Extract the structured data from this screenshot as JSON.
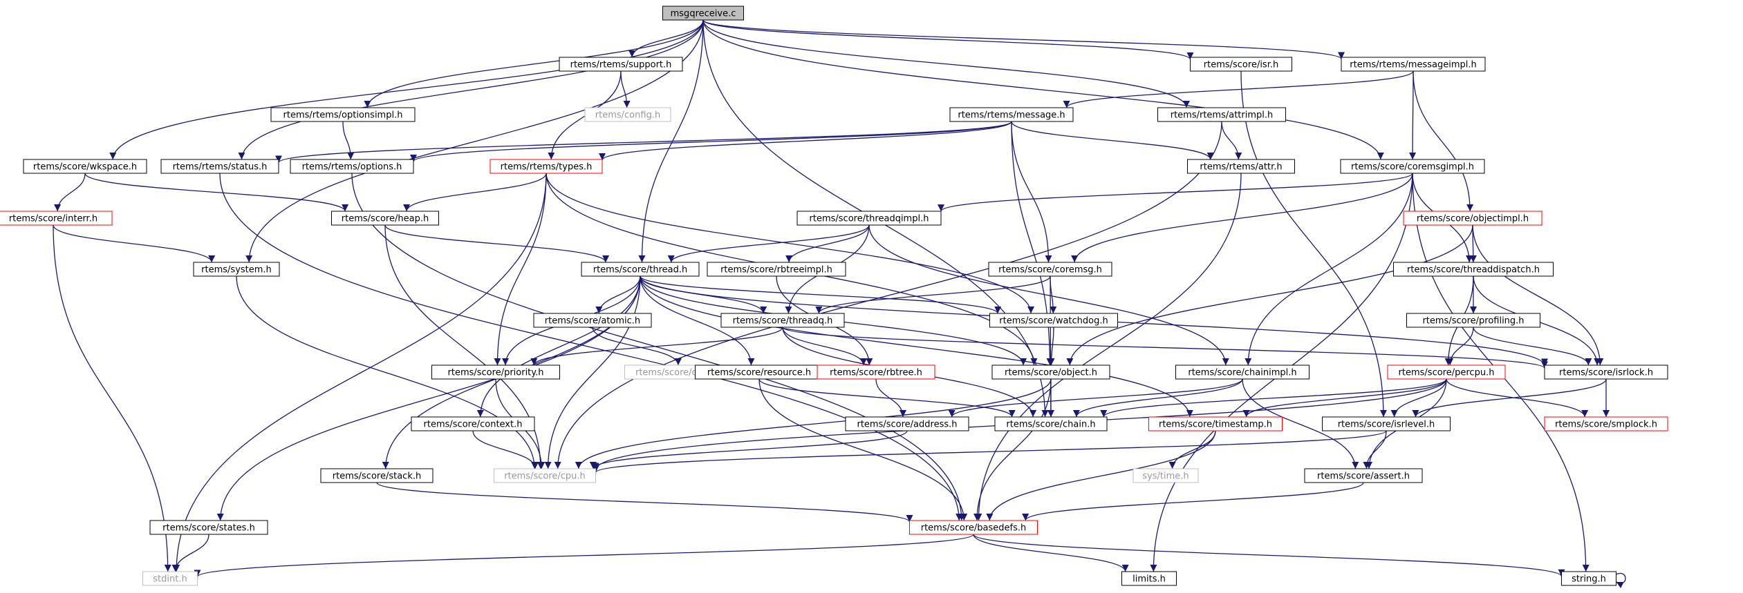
{
  "diagram": {
    "root": "msgqreceive.c",
    "colors": {
      "edge": "#191970",
      "border_normal": "#000000",
      "border_truncated": "#ff0000",
      "border_system": "#bfbfbf",
      "text_normal": "#000000",
      "text_system": "#999999",
      "root_fill": "#bfbfbf"
    },
    "nodes": [
      {
        "id": "root",
        "label": "msgqreceive.c",
        "kind": "root"
      },
      {
        "id": "support",
        "label": "rtems/rtems/support.h",
        "kind": "normal"
      },
      {
        "id": "isr",
        "label": "rtems/score/isr.h",
        "kind": "normal"
      },
      {
        "id": "messageimpl",
        "label": "rtems/rtems/messageimpl.h",
        "kind": "normal"
      },
      {
        "id": "config",
        "label": "rtems/config.h",
        "kind": "system"
      },
      {
        "id": "optionsimpl",
        "label": "rtems/rtems/optionsimpl.h",
        "kind": "normal"
      },
      {
        "id": "message",
        "label": "rtems/rtems/message.h",
        "kind": "normal"
      },
      {
        "id": "attrimpl",
        "label": "rtems/rtems/attrimpl.h",
        "kind": "normal"
      },
      {
        "id": "wkspace",
        "label": "rtems/score/wkspace.h",
        "kind": "normal"
      },
      {
        "id": "status",
        "label": "rtems/rtems/status.h",
        "kind": "normal"
      },
      {
        "id": "options",
        "label": "rtems/rtems/options.h",
        "kind": "normal"
      },
      {
        "id": "types",
        "label": "rtems/rtems/types.h",
        "kind": "truncated"
      },
      {
        "id": "attr",
        "label": "rtems/rtems/attr.h",
        "kind": "normal"
      },
      {
        "id": "coremsgimpl",
        "label": "rtems/score/coremsgimpl.h",
        "kind": "normal"
      },
      {
        "id": "interr",
        "label": "rtems/score/interr.h",
        "kind": "truncated"
      },
      {
        "id": "heap",
        "label": "rtems/score/heap.h",
        "kind": "normal"
      },
      {
        "id": "threadqimpl",
        "label": "rtems/score/threadqimpl.h",
        "kind": "normal"
      },
      {
        "id": "objectimpl",
        "label": "rtems/score/objectimpl.h",
        "kind": "truncated"
      },
      {
        "id": "system",
        "label": "rtems/system.h",
        "kind": "normal"
      },
      {
        "id": "thread",
        "label": "rtems/score/thread.h",
        "kind": "normal"
      },
      {
        "id": "rbtreeimpl",
        "label": "rtems/score/rbtreeimpl.h",
        "kind": "normal"
      },
      {
        "id": "coremsg",
        "label": "rtems/score/coremsg.h",
        "kind": "normal"
      },
      {
        "id": "threaddispatch",
        "label": "rtems/score/threaddispatch.h",
        "kind": "normal"
      },
      {
        "id": "atomic",
        "label": "rtems/score/atomic.h",
        "kind": "normal"
      },
      {
        "id": "threadq",
        "label": "rtems/score/threadq.h",
        "kind": "normal"
      },
      {
        "id": "watchdog",
        "label": "rtems/score/watchdog.h",
        "kind": "normal"
      },
      {
        "id": "profiling",
        "label": "rtems/score/profiling.h",
        "kind": "normal"
      },
      {
        "id": "cpuatomic",
        "label": "rtems/score/cpuatomic.h",
        "kind": "system"
      },
      {
        "id": "priority",
        "label": "rtems/score/priority.h",
        "kind": "normal"
      },
      {
        "id": "resource",
        "label": "rtems/score/resource.h",
        "kind": "normal"
      },
      {
        "id": "rbtree",
        "label": "rtems/score/rbtree.h",
        "kind": "truncated"
      },
      {
        "id": "object",
        "label": "rtems/score/object.h",
        "kind": "normal"
      },
      {
        "id": "chainimpl",
        "label": "rtems/score/chainimpl.h",
        "kind": "normal"
      },
      {
        "id": "percpu",
        "label": "rtems/score/percpu.h",
        "kind": "truncated"
      },
      {
        "id": "isrlock",
        "label": "rtems/score/isrlock.h",
        "kind": "normal"
      },
      {
        "id": "context",
        "label": "rtems/score/context.h",
        "kind": "normal"
      },
      {
        "id": "address",
        "label": "rtems/score/address.h",
        "kind": "normal"
      },
      {
        "id": "chain",
        "label": "rtems/score/chain.h",
        "kind": "normal"
      },
      {
        "id": "timestamp",
        "label": "rtems/score/timestamp.h",
        "kind": "truncated"
      },
      {
        "id": "isrlevel",
        "label": "rtems/score/isrlevel.h",
        "kind": "normal"
      },
      {
        "id": "smplock",
        "label": "rtems/score/smplock.h",
        "kind": "truncated"
      },
      {
        "id": "stack",
        "label": "rtems/score/stack.h",
        "kind": "normal"
      },
      {
        "id": "cpu",
        "label": "rtems/score/cpu.h",
        "kind": "system"
      },
      {
        "id": "systime",
        "label": "sys/time.h",
        "kind": "system"
      },
      {
        "id": "assert",
        "label": "rtems/score/assert.h",
        "kind": "normal"
      },
      {
        "id": "states",
        "label": "rtems/score/states.h",
        "kind": "normal"
      },
      {
        "id": "basedefs",
        "label": "rtems/score/basedefs.h",
        "kind": "truncated"
      },
      {
        "id": "stdint",
        "label": "stdint.h",
        "kind": "system"
      },
      {
        "id": "limits",
        "label": "limits.h",
        "kind": "normal"
      },
      {
        "id": "string",
        "label": "string.h",
        "kind": "normal"
      }
    ],
    "edges": [
      [
        "root",
        "support"
      ],
      [
        "root",
        "isr"
      ],
      [
        "root",
        "messageimpl"
      ],
      [
        "root",
        "optionsimpl"
      ],
      [
        "root",
        "attrimpl"
      ],
      [
        "root",
        "wkspace"
      ],
      [
        "root",
        "status"
      ],
      [
        "root",
        "coremsgimpl"
      ],
      [
        "root",
        "system"
      ],
      [
        "root",
        "thread"
      ],
      [
        "root",
        "chain"
      ],
      [
        "support",
        "config"
      ],
      [
        "support",
        "types"
      ],
      [
        "isr",
        "isrlevel"
      ],
      [
        "messageimpl",
        "message"
      ],
      [
        "messageimpl",
        "coremsgimpl"
      ],
      [
        "messageimpl",
        "objectimpl"
      ],
      [
        "optionsimpl",
        "options"
      ],
      [
        "message",
        "status"
      ],
      [
        "message",
        "options"
      ],
      [
        "message",
        "types"
      ],
      [
        "message",
        "attr"
      ],
      [
        "message",
        "coremsg"
      ],
      [
        "message",
        "object"
      ],
      [
        "attrimpl",
        "attr"
      ],
      [
        "attrimpl",
        "cpu"
      ],
      [
        "wkspace",
        "interr"
      ],
      [
        "wkspace",
        "heap"
      ],
      [
        "status",
        "basedefs"
      ],
      [
        "options",
        "basedefs"
      ],
      [
        "types",
        "heap"
      ],
      [
        "types",
        "priority"
      ],
      [
        "types",
        "object"
      ],
      [
        "types",
        "watchdog"
      ],
      [
        "types",
        "stdint"
      ],
      [
        "attr",
        "basedefs"
      ],
      [
        "coremsgimpl",
        "threadqimpl"
      ],
      [
        "coremsgimpl",
        "coremsg"
      ],
      [
        "coremsgimpl",
        "threaddispatch"
      ],
      [
        "coremsgimpl",
        "chainimpl"
      ],
      [
        "coremsgimpl",
        "string"
      ],
      [
        "coremsgimpl",
        "limits"
      ],
      [
        "interr",
        "system"
      ],
      [
        "interr",
        "stdint"
      ],
      [
        "heap",
        "thread"
      ],
      [
        "heap",
        "cpu"
      ],
      [
        "threadqimpl",
        "thread"
      ],
      [
        "threadqimpl",
        "rbtreeimpl"
      ],
      [
        "threadqimpl",
        "threadq"
      ],
      [
        "threadqimpl",
        "chainimpl"
      ],
      [
        "objectimpl",
        "threaddispatch"
      ],
      [
        "objectimpl",
        "isrlock"
      ],
      [
        "objectimpl",
        "object"
      ],
      [
        "system",
        "cpu"
      ],
      [
        "thread",
        "atomic"
      ],
      [
        "thread",
        "threadq"
      ],
      [
        "thread",
        "watchdog"
      ],
      [
        "thread",
        "priority"
      ],
      [
        "thread",
        "resource"
      ],
      [
        "thread",
        "object"
      ],
      [
        "thread",
        "isrlock"
      ],
      [
        "thread",
        "context"
      ],
      [
        "thread",
        "stack"
      ],
      [
        "thread",
        "states"
      ],
      [
        "thread",
        "timestamp"
      ],
      [
        "thread",
        "cpu"
      ],
      [
        "rbtreeimpl",
        "rbtree"
      ],
      [
        "coremsg",
        "threadq"
      ],
      [
        "coremsg",
        "watchdog"
      ],
      [
        "coremsg",
        "chain"
      ],
      [
        "threaddispatch",
        "profiling"
      ],
      [
        "threaddispatch",
        "isrlock"
      ],
      [
        "threaddispatch",
        "percpu"
      ],
      [
        "atomic",
        "cpuatomic"
      ],
      [
        "threadq",
        "priority"
      ],
      [
        "threadq",
        "rbtree"
      ],
      [
        "threadq",
        "chain"
      ],
      [
        "threadq",
        "isrlock"
      ],
      [
        "watchdog",
        "object"
      ],
      [
        "profiling",
        "isrlock"
      ],
      [
        "profiling",
        "percpu"
      ],
      [
        "priority",
        "cpu"
      ],
      [
        "resource",
        "basedefs"
      ],
      [
        "resource",
        "chain"
      ],
      [
        "rbtree",
        "address"
      ],
      [
        "object",
        "chain"
      ],
      [
        "object",
        "cpu"
      ],
      [
        "object",
        "basedefs"
      ],
      [
        "chainimpl",
        "address"
      ],
      [
        "chainimpl",
        "chain"
      ],
      [
        "chainimpl",
        "assert"
      ],
      [
        "percpu",
        "chain"
      ],
      [
        "percpu",
        "timestamp"
      ],
      [
        "percpu",
        "isrlevel"
      ],
      [
        "percpu",
        "smplock"
      ],
      [
        "percpu",
        "assert"
      ],
      [
        "percpu",
        "cpu"
      ],
      [
        "isrlock",
        "isrlevel"
      ],
      [
        "isrlock",
        "smplock"
      ],
      [
        "context",
        "cpu"
      ],
      [
        "address",
        "cpu"
      ],
      [
        "timestamp",
        "systime"
      ],
      [
        "timestamp",
        "basedefs"
      ],
      [
        "isrlevel",
        "assert"
      ],
      [
        "isrlevel",
        "cpu"
      ],
      [
        "stack",
        "basedefs"
      ],
      [
        "assert",
        "basedefs"
      ],
      [
        "states",
        "stdint"
      ],
      [
        "basedefs",
        "stdint"
      ],
      [
        "basedefs",
        "limits"
      ],
      [
        "basedefs",
        "string"
      ],
      [
        "string",
        "string"
      ]
    ]
  }
}
